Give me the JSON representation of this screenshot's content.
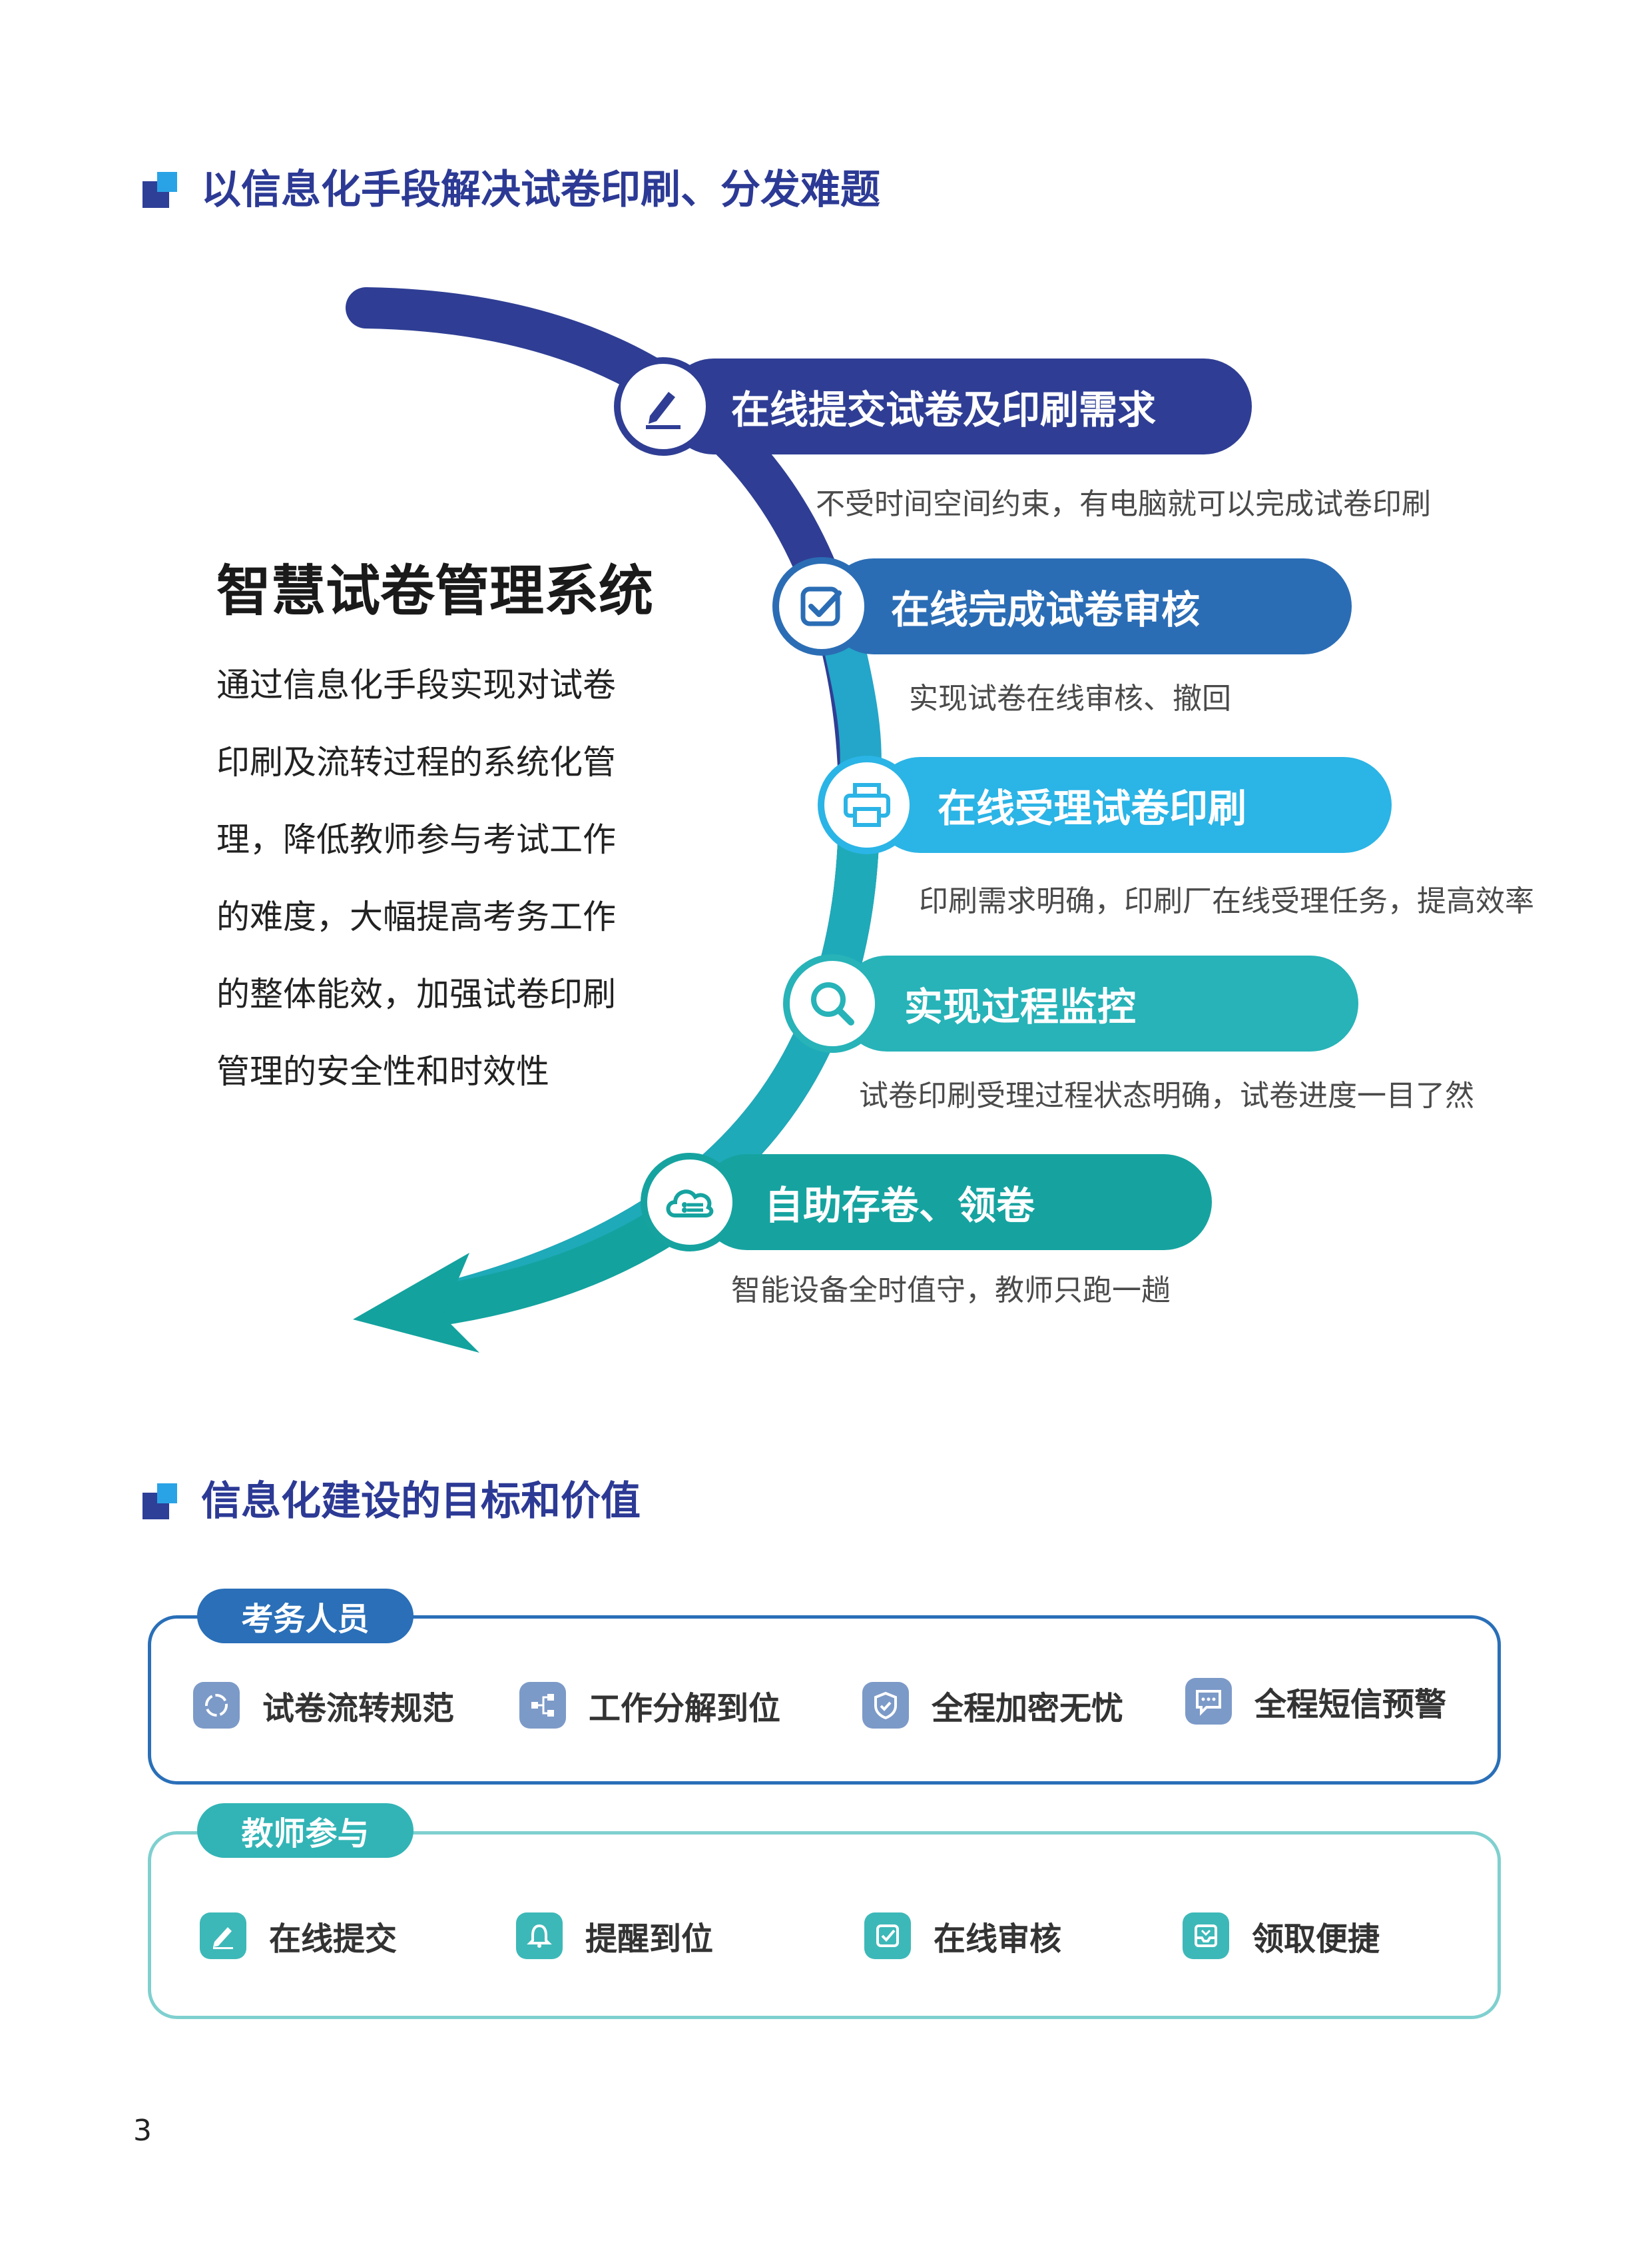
{
  "section1": {
    "title": "以信息化手段解决试卷印刷、分发难题"
  },
  "system": {
    "title": "智慧试卷管理系统",
    "desc_lines": [
      "通过信息化手段实现对试卷",
      "印刷及流转过程的系统化管",
      "理，降低教师参与考试工作",
      "的难度，大幅提高考务工作",
      "的整体能效，加强试卷印刷",
      "管理的安全性和时效性"
    ]
  },
  "steps": [
    {
      "title": "在线提交试卷及印刷需求",
      "sub": "不受时间空间约束，有电脑就可以完成试卷印刷",
      "icon": "pen-icon",
      "color": "#2f3e94"
    },
    {
      "title": "在线完成试卷审核",
      "sub": "实现试卷在线审核、撤回",
      "icon": "checkbox-icon",
      "color": "#2b6db5"
    },
    {
      "title": "在线受理试卷印刷",
      "sub": "印刷需求明确，印刷厂在线受理任务，提高效率",
      "icon": "printer-icon",
      "color": "#2bb4e6"
    },
    {
      "title": "实现过程监控",
      "sub": "试卷印刷受理过程状态明确，试卷进度一目了然",
      "icon": "search-icon",
      "color": "#27b3b8"
    },
    {
      "title": "自助存卷、领卷",
      "sub": "智能设备全时值守，教师只跑一趟",
      "icon": "cloud-icon",
      "color": "#16a3a0"
    }
  ],
  "section2": {
    "title": "信息化建设的目标和价值"
  },
  "groups": [
    {
      "tag": "考务人员",
      "color": "#2a6fb8",
      "icon_bg": "#7c9ac8",
      "items": [
        {
          "label": "试卷流转规范",
          "icon": "cycle-icon"
        },
        {
          "label": "工作分解到位",
          "icon": "hierarchy-icon"
        },
        {
          "label": "全程加密无忧",
          "icon": "shield-icon"
        },
        {
          "label": "全程短信预警",
          "icon": "message-icon"
        }
      ]
    },
    {
      "tag": "教师参与",
      "color": "#32b4b6",
      "icon_bg": "#3db8b8",
      "items": [
        {
          "label": "在线提交",
          "icon": "pen-icon"
        },
        {
          "label": "提醒到位",
          "icon": "bell-icon"
        },
        {
          "label": "在线审核",
          "icon": "checkbox-icon"
        },
        {
          "label": "领取便捷",
          "icon": "inbox-icon"
        }
      ]
    }
  ],
  "page_number": "3"
}
